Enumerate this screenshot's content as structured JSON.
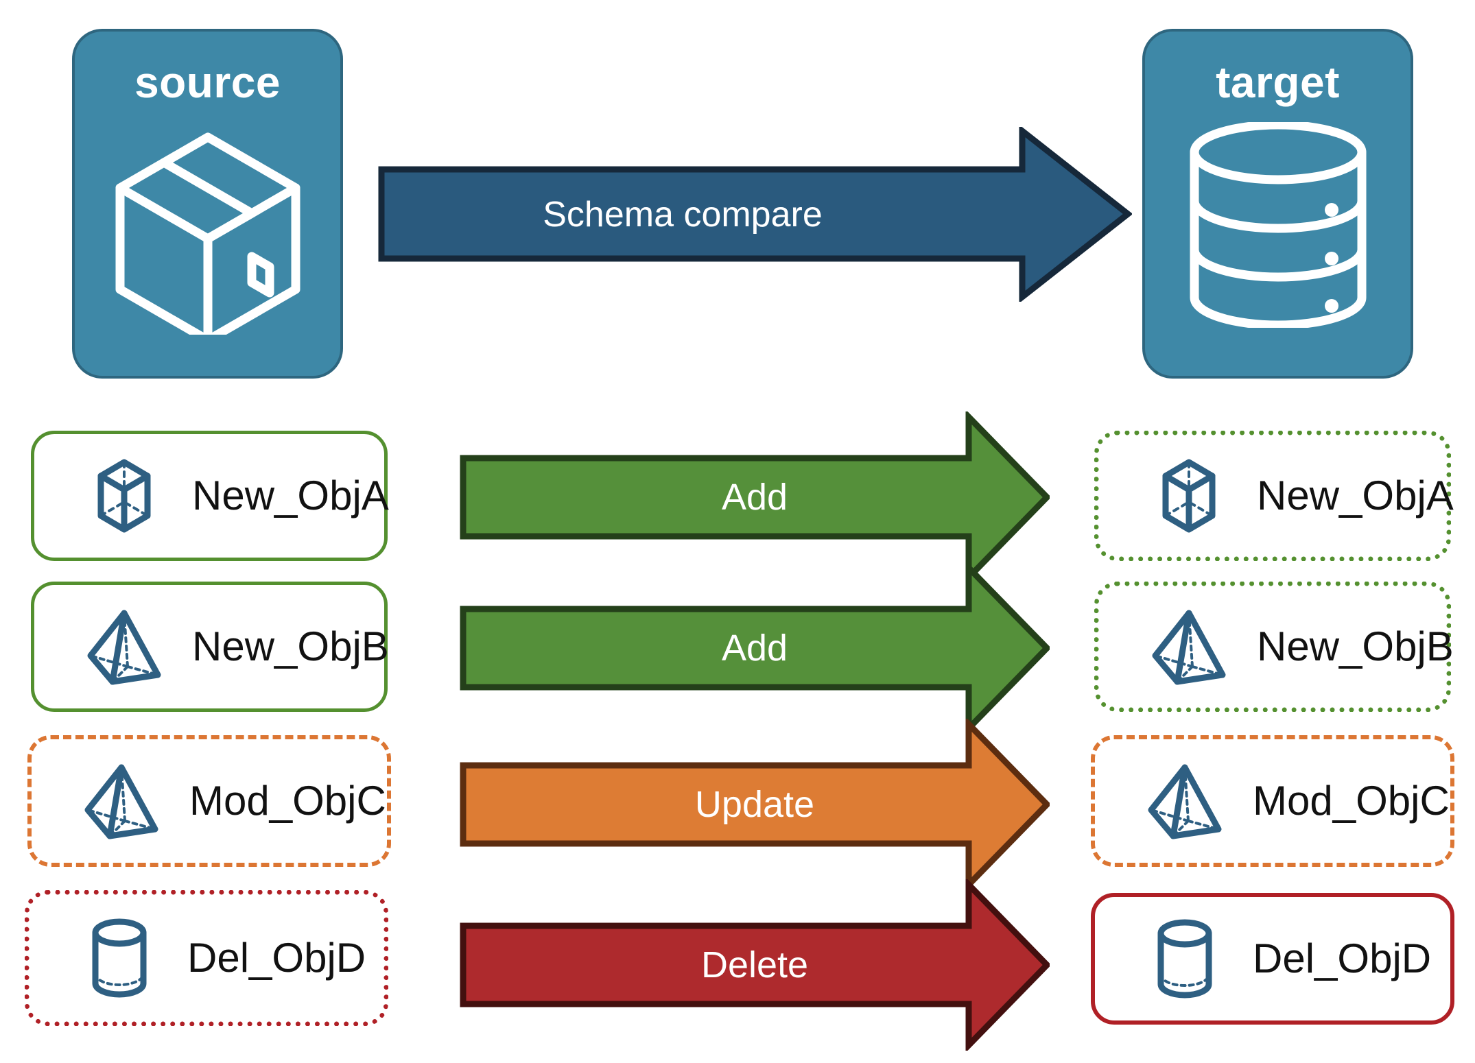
{
  "diagram": {
    "title": "Schema compare source to target",
    "background": "#FFFFFF"
  },
  "endpoints": {
    "source": {
      "label": "source",
      "icon": "package-box-icon",
      "fill": "#3E88A7",
      "stroke": "#2E667F"
    },
    "target": {
      "label": "target",
      "icon": "database-cylinder-icon",
      "fill": "#3E88A7",
      "stroke": "#2E667F"
    }
  },
  "compare_arrow": {
    "label": "Schema compare",
    "fill": "#2A5A7E",
    "stroke": "#16283A",
    "text_color": "#FFFFFF"
  },
  "rows": [
    {
      "action": "Add",
      "arrow_fill": "#55903A",
      "arrow_stroke": "#24401A",
      "source": {
        "label": "New_ObjA",
        "icon": "wireframe-cube-icon",
        "border_style": "solid",
        "border_color": "#54902F"
      },
      "target": {
        "label": "New_ObjA",
        "icon": "wireframe-cube-icon",
        "border_style": "dotted",
        "border_color": "#54902F"
      }
    },
    {
      "action": "Add",
      "arrow_fill": "#55903A",
      "arrow_stroke": "#24401A",
      "source": {
        "label": "New_ObjB",
        "icon": "wireframe-pyramid-icon",
        "border_style": "solid",
        "border_color": "#54902F"
      },
      "target": {
        "label": "New_ObjB",
        "icon": "wireframe-pyramid-icon",
        "border_style": "dotted",
        "border_color": "#54902F"
      }
    },
    {
      "action": "Update",
      "arrow_fill": "#DD7C34",
      "arrow_stroke": "#5C2D10",
      "source": {
        "label": "Mod_ObjC",
        "icon": "wireframe-pyramid-icon",
        "border_style": "dashed",
        "border_color": "#DC7633"
      },
      "target": {
        "label": "Mod_ObjC",
        "icon": "wireframe-pyramid-icon",
        "border_style": "dashed",
        "border_color": "#DC7633"
      }
    },
    {
      "action": "Delete",
      "arrow_fill": "#AE2A2D",
      "arrow_stroke": "#43100F",
      "source": {
        "label": "Del_ObjD",
        "icon": "wireframe-cylinder-icon",
        "border_style": "dotted",
        "border_color": "#B02026"
      },
      "target": {
        "label": "Del_ObjD",
        "icon": "wireframe-cylinder-icon",
        "border_style": "solid",
        "border_color": "#B02026"
      }
    }
  ],
  "colors": {
    "object_icon_stroke": "#2E5F82",
    "text": "#111111",
    "white": "#FFFFFF"
  }
}
